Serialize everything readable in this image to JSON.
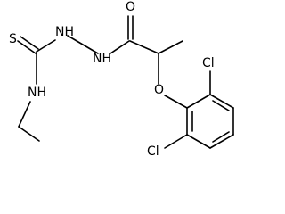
{
  "structure": {
    "atoms": {
      "S": "S",
      "NH_hydrazide_1": "NH",
      "NH_hydrazide_2": "NH",
      "NH_ethyl": "NH",
      "O_carbonyl": "O",
      "O_ether": "O",
      "Cl_top": "Cl",
      "Cl_bottom": "Cl"
    }
  }
}
